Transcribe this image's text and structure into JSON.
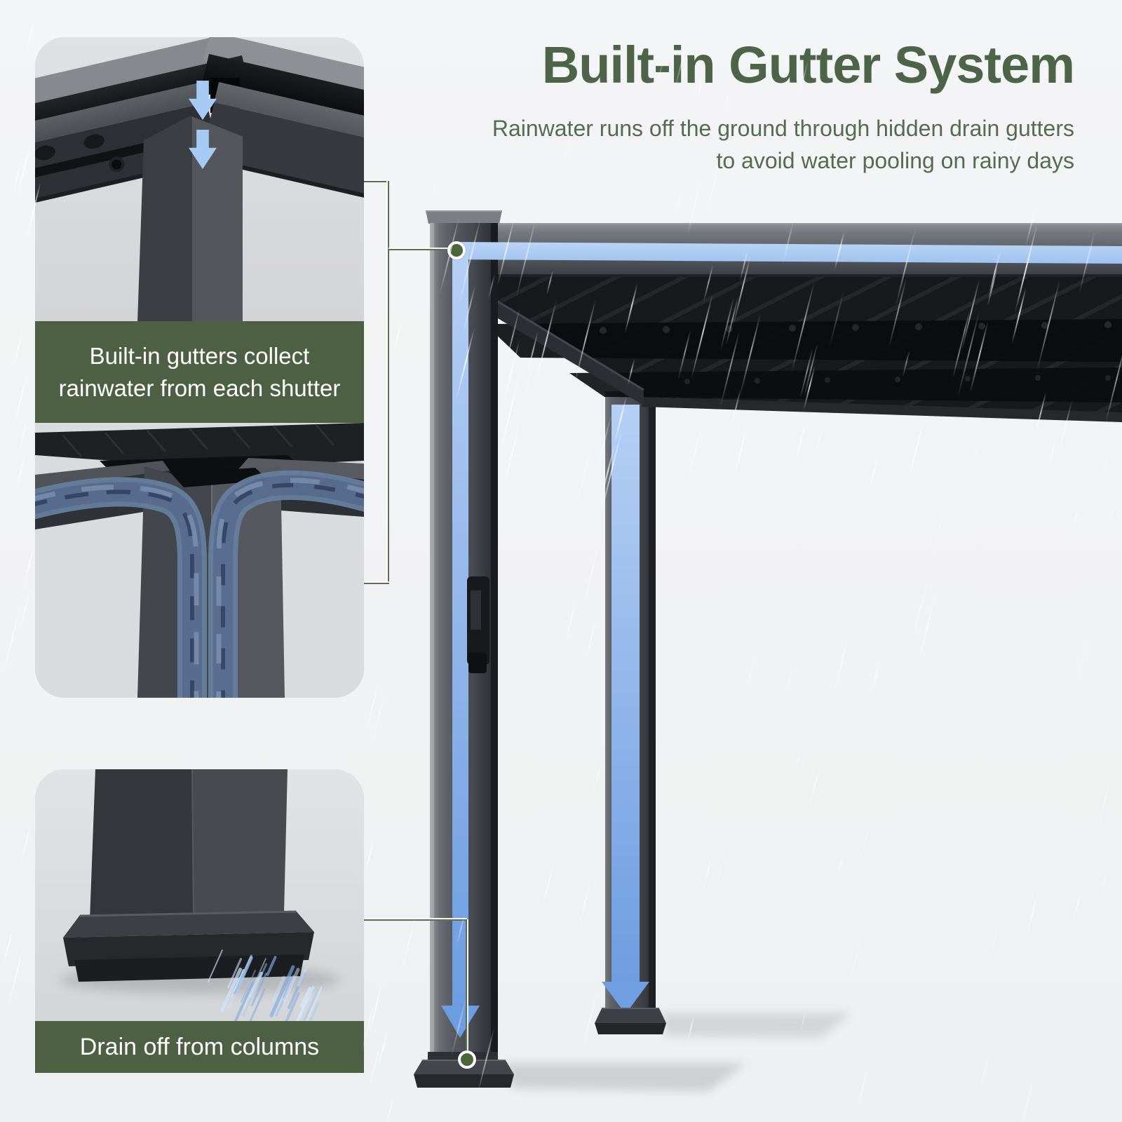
{
  "header": {
    "title": "Built-in Gutter System",
    "subtitle_line1": "Rainwater runs off the ground through hidden drain gutters",
    "subtitle_line2": "to avoid water pooling on rainy days"
  },
  "insets": {
    "gutter_card": {
      "caption_line1": "Built-in gutters collect",
      "caption_line2": "rainwater from each shutter"
    },
    "drain_card": {
      "caption": "Drain off from columns"
    }
  },
  "icons": {
    "down_arrow_icon": "solid light-blue down arrow (CSS polygon)",
    "water_flow_arrow_icon": "long blue arrow showing water path",
    "connector_dot": "green circle with white ring"
  },
  "colors": {
    "title_green": "#4e6449",
    "subtitle_green": "#566b50",
    "banner_green": "#4e6044",
    "line_green": "#5a7150",
    "dot_green": "#4c663c",
    "arrow_blue": "#a6cbf3",
    "flow_blue": "#6d9de1",
    "flow_blue_light": "#b6d0f5",
    "card_bg": "#d9dadc",
    "canvas_bg": "#f2f3f4",
    "frame_gray": "#4c5056",
    "roof_dark": "#17191c"
  }
}
